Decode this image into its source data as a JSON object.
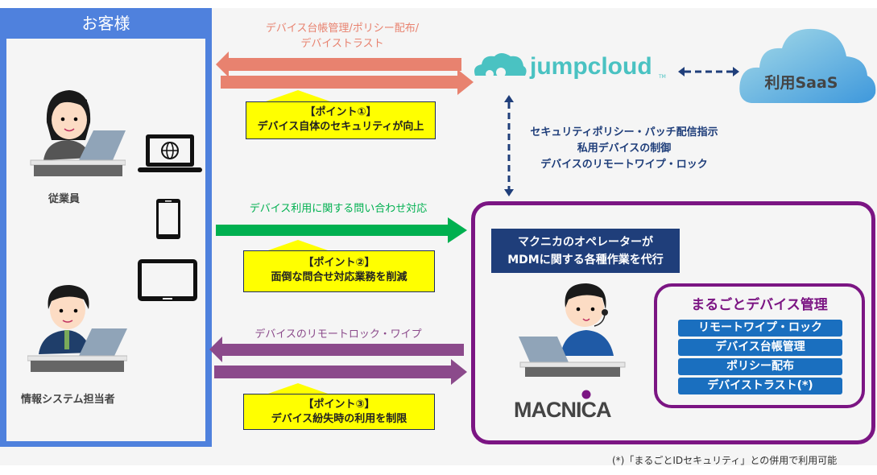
{
  "customer": {
    "title": "お客様",
    "employee_label": "従業員",
    "it_staff_label": "情報システム担当者",
    "device_icons": [
      "laptop-globe-icon",
      "smartphone-icon",
      "tablet-icon"
    ]
  },
  "flows": [
    {
      "label_line1": "デバイス台帳管理/ポリシー配布/",
      "label_line2": "デバイストラスト",
      "color": "#e8826f",
      "direction": "bidirectional",
      "callout_title": "【ポイント①】",
      "callout_text": "デバイス自体のセキュリティが向上"
    },
    {
      "label_line1": "デバイス利用に関する問い合わせ対応",
      "color": "#00b050",
      "direction": "right",
      "callout_title": "【ポイント②】",
      "callout_text": "面倒な問合せ対応業務を削減"
    },
    {
      "label_line1": "デバイスのリモートロック・ワイプ",
      "color": "#8b4a8b",
      "direction": "bidirectional",
      "callout_title": "【ポイント③】",
      "callout_text": "デバイス紛失時の利用を制限"
    }
  ],
  "jumpcloud": {
    "logo_text": "jumpcloud",
    "tm": "TM",
    "brand_color": "#4ac2c2",
    "directives": [
      "セキュリティポリシー・パッチ配信指示",
      "私用デバイスの制御",
      "デバイスのリモートワイプ・ロック"
    ]
  },
  "saas": {
    "label": "利用SaaS"
  },
  "macnica": {
    "banner_line1": "マクニカのオペレーターが",
    "banner_line2": "MDMに関する各種作業を代行",
    "logo_text": "MACNICA",
    "service_title": "まるごとデバイス管理",
    "services": [
      "リモートワイプ・ロック",
      "デバイス台帳管理",
      "ポリシー配布",
      "デバイストラスト(*)"
    ],
    "accent_color": "#7b1583"
  },
  "footnote": "(*)「まるごとIDセキュリティ」との併用で利用可能"
}
